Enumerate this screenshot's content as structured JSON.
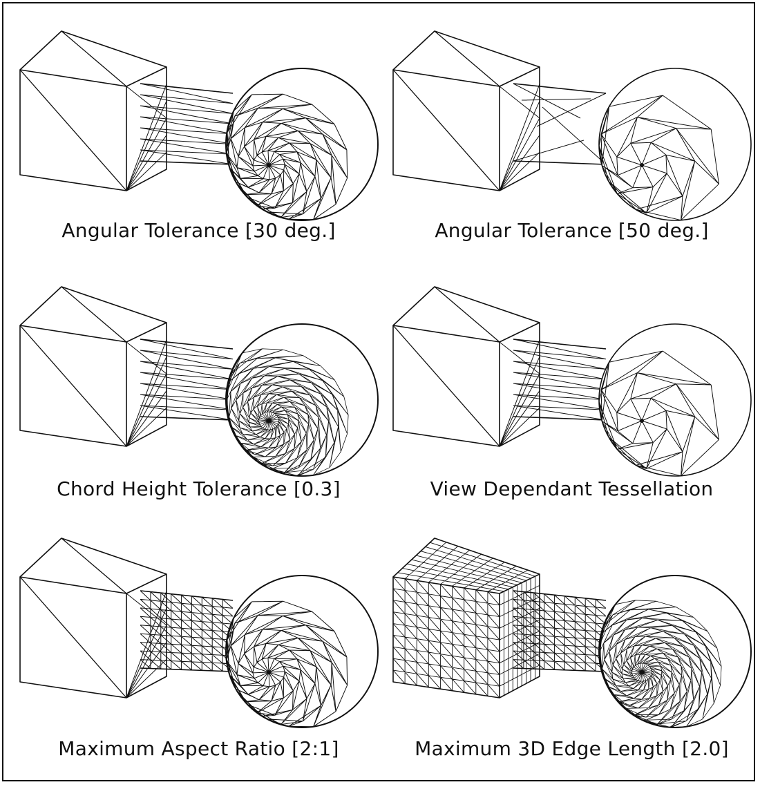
{
  "figure": {
    "line_color": "#111111",
    "background_color": "#ffffff",
    "panels": [
      {
        "caption": "Angular Tolerance [30 deg.]",
        "sphere_density": 2,
        "cylinder_density": 1,
        "cube_density": 0
      },
      {
        "caption": "Angular Tolerance [50 deg.]",
        "sphere_density": 1,
        "cylinder_density": 0,
        "cube_density": 0
      },
      {
        "caption": "Chord Height Tolerance [0.3]",
        "sphere_density": 3,
        "cylinder_density": 1,
        "cube_density": 0
      },
      {
        "caption": "View Dependant Tessellation",
        "sphere_density": 1,
        "cylinder_density": 1,
        "cube_density": 0
      },
      {
        "caption": "Maximum Aspect Ratio [2:1]",
        "sphere_density": 2,
        "cylinder_density": 2,
        "cube_density": 0
      },
      {
        "caption": "Maximum 3D Edge Length [2.0]",
        "sphere_density": 3,
        "cylinder_density": 2,
        "cube_density": 2
      }
    ]
  }
}
